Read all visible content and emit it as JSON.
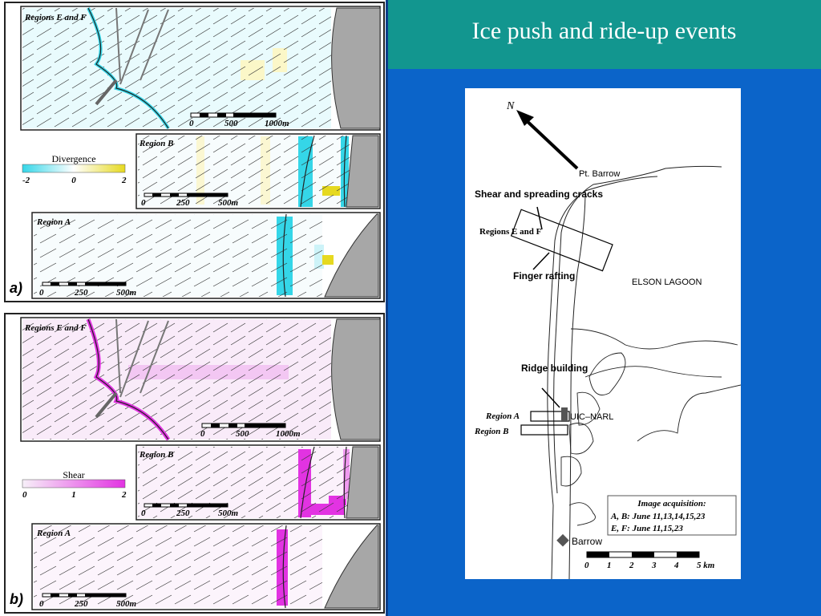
{
  "slide": {
    "title": "Ice push and ride-up events"
  },
  "panel_a": {
    "tag": "a)",
    "regions": {
      "ef": {
        "label": "Regions E and F",
        "scale_ticks": [
          "0",
          "500",
          "1000m"
        ]
      },
      "b": {
        "label": "Region B",
        "scale_ticks": [
          "0",
          "250",
          "500m"
        ]
      },
      "a": {
        "label": "Region A",
        "scale_ticks": [
          "0",
          "250",
          "500m"
        ]
      }
    },
    "legend": {
      "title": "Divergence",
      "min": "-2",
      "mid": "0",
      "max": "2",
      "color_low": "#35d6e8",
      "color_high": "#e6d920"
    }
  },
  "panel_b": {
    "tag": "b)",
    "regions": {
      "ef": {
        "label": "Regions E and F",
        "scale_ticks": [
          "0",
          "500",
          "1000m"
        ]
      },
      "b": {
        "label": "Region B",
        "scale_ticks": [
          "0",
          "250",
          "500m"
        ]
      },
      "a": {
        "label": "Region A",
        "scale_ticks": [
          "0",
          "250",
          "500m"
        ]
      }
    },
    "legend": {
      "title": "Shear",
      "min": "0",
      "mid": "1",
      "max": "2",
      "color_low": "#f4e8f6",
      "color_high": "#e233e2"
    }
  },
  "map": {
    "north": "N",
    "pt_barrow": "Pt. Barrow",
    "shear_cracks": "Shear and spreading cracks",
    "regions_ef": "Regions E and F",
    "finger_rafting": "Finger rafting",
    "elson_lagoon": "ELSON LAGOON",
    "ridge_building": "Ridge building",
    "region_a": "Region A",
    "region_b": "Region B",
    "uic_narl": "UIC–NARL",
    "barrow": "Barrow",
    "acquisition": {
      "title": "Image acquisition:",
      "line1": "A, B: June 11,13,14,15,23",
      "line2": "E, F: June 11,15,23"
    },
    "scale_ticks": [
      "0",
      "1",
      "2",
      "3",
      "4",
      "5 km"
    ]
  }
}
